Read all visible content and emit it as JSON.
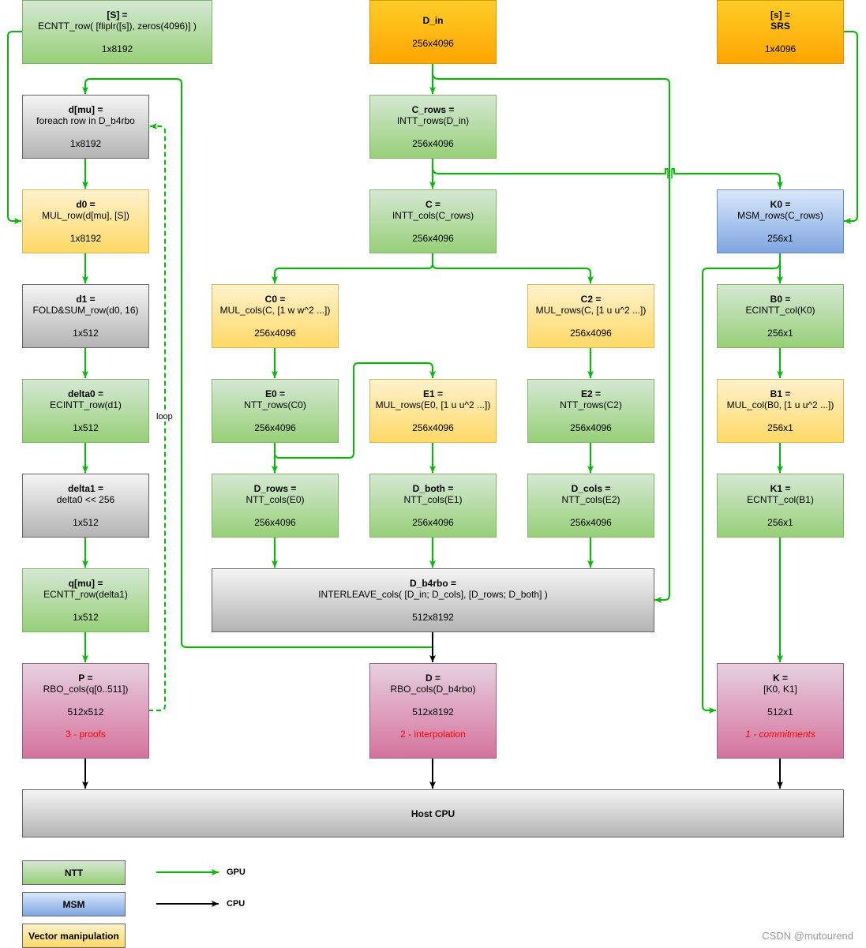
{
  "nodes": {
    "S": {
      "title": "[S] =",
      "expr": "ECNTT_row( [fliplr([s]), zeros(4096)] )",
      "dims": "1x8192"
    },
    "D_in": {
      "title": "D_in",
      "dims": "256x4096"
    },
    "s_srs": {
      "title": "[s] =",
      "expr": "SRS",
      "dims": "1x4096"
    },
    "dmu": {
      "title": "d[mu] =",
      "expr": "foreach row in D_b4rbo",
      "dims": "1x8192"
    },
    "C_rows": {
      "title": "C_rows =",
      "expr": "INTT_rows(D_in)",
      "dims": "256x4096"
    },
    "d0": {
      "title": "d0 =",
      "expr": "MUL_row(d[mu], [S])",
      "dims": "1x8192"
    },
    "C": {
      "title": "C =",
      "expr": "INTT_cols(C_rows)",
      "dims": "256x4096"
    },
    "K0": {
      "title": "K0 =",
      "expr": "MSM_rows(C_rows)",
      "dims": "256x1"
    },
    "d1": {
      "title": "d1 =",
      "expr": "FOLD&SUM_row(d0, 16)",
      "dims": "1x512"
    },
    "C0": {
      "title": "C0 =",
      "expr": "MUL_cols(C, [1 w w^2 ...])",
      "dims": "256x4096"
    },
    "C2": {
      "title": "C2 =",
      "expr": "MUL_rows(C, [1 u u^2 ...])",
      "dims": "256x4096"
    },
    "B0": {
      "title": "B0 =",
      "expr": "ECINTT_col(K0)",
      "dims": "256x1"
    },
    "delta0": {
      "title": "delta0 =",
      "expr": "ECINTT_row(d1)",
      "dims": "1x512"
    },
    "E0": {
      "title": "E0 =",
      "expr": "NTT_rows(C0)",
      "dims": "256x4096"
    },
    "E1": {
      "title": "E1 =",
      "expr": "MUL_rows(E0, [1 u u^2 ...])",
      "dims": "256x4096"
    },
    "E2": {
      "title": "E2 =",
      "expr": "NTT_rows(C2)",
      "dims": "256x4096"
    },
    "B1": {
      "title": "B1 =",
      "expr": "MUL_col(B0, [1 u u^2 ...])",
      "dims": "256x1"
    },
    "delta1": {
      "title": "delta1 =",
      "expr": "delta0 << 256",
      "dims": "1x512"
    },
    "D_rows": {
      "title": "D_rows =",
      "expr": "NTT_cols(E0)",
      "dims": "256x4096"
    },
    "D_both": {
      "title": "D_both =",
      "expr": "NTT_cols(E1)",
      "dims": "256x4096"
    },
    "D_cols": {
      "title": "D_cols =",
      "expr": "NTT_cols(E2)",
      "dims": "256x4096"
    },
    "K1": {
      "title": "K1 =",
      "expr": "ECNTT_col(B1)",
      "dims": "256x1"
    },
    "qmu": {
      "title": "q[mu] =",
      "expr": "ECNTT_row(delta1)",
      "dims": "1x512"
    },
    "D_b4rbo": {
      "title": "D_b4rbo =",
      "expr": "INTERLEAVE_cols( [D_in; D_cols], [D_rows; D_both] )",
      "dims": "512x8192"
    },
    "P": {
      "title": "P =",
      "expr": "RBO_cols(q[0..511])",
      "dims": "512x512",
      "note": "3 - proofs"
    },
    "D": {
      "title": "D =",
      "expr": "RBO_cols(D_b4rbo)",
      "dims": "512x8192",
      "note": "2 - interpolation"
    },
    "K": {
      "title": "K =",
      "expr": "[K0, K1]",
      "dims": "512x1",
      "note": "1 - commitments"
    },
    "host": {
      "title": "Host CPU"
    }
  },
  "edge_labels": {
    "loop": "loop"
  },
  "legend": {
    "ntt": "NTT",
    "msm": "MSM",
    "vector": "Vector manipulation",
    "gpu": "GPU",
    "cpu": "CPU"
  },
  "colors": {
    "gpu_arrow": "#00bb00",
    "cpu_arrow": "#000000",
    "note_text": "#ff0000"
  },
  "watermark": "CSDN @mutourend"
}
